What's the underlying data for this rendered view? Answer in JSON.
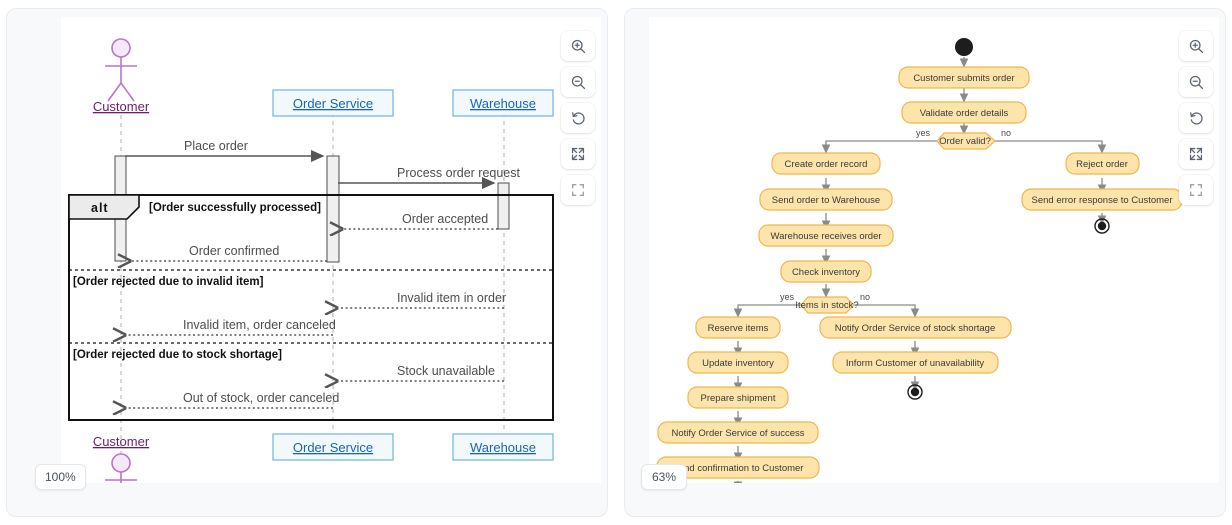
{
  "panels": [
    {
      "id": "sequence",
      "zoom_level": "100%",
      "toolbar": [
        {
          "name": "zoom-in-icon",
          "label": "Zoom in"
        },
        {
          "name": "zoom-out-icon",
          "label": "Zoom out"
        },
        {
          "name": "reset-icon",
          "label": "Reset view"
        },
        {
          "name": "fit-screen-icon",
          "label": "Fit to screen"
        },
        {
          "name": "fullscreen-icon",
          "label": "Fullscreen"
        }
      ],
      "diagram": {
        "type": "uml-sequence",
        "participants": [
          {
            "name": "Customer",
            "kind": "actor"
          },
          {
            "name": "Order Service",
            "kind": "object"
          },
          {
            "name": "Warehouse",
            "kind": "object"
          }
        ],
        "messages": [
          {
            "from": "Customer",
            "to": "Order Service",
            "text": "Place order",
            "style": "solid"
          },
          {
            "from": "Order Service",
            "to": "Warehouse",
            "text": "Process order request",
            "style": "solid"
          },
          {
            "from": "Warehouse",
            "to": "Order Service",
            "text": "Order accepted",
            "style": "dotted"
          },
          {
            "from": "Order Service",
            "to": "Customer",
            "text": "Order confirmed",
            "style": "dotted"
          },
          {
            "from": "Warehouse",
            "to": "Order Service",
            "text": "Invalid item in order",
            "style": "dotted"
          },
          {
            "from": "Order Service",
            "to": "Customer",
            "text": "Invalid item, order canceled",
            "style": "dotted"
          },
          {
            "from": "Warehouse",
            "to": "Order Service",
            "text": "Stock unavailable",
            "style": "dotted"
          },
          {
            "from": "Order Service",
            "to": "Customer",
            "text": "Out of stock, order canceled",
            "style": "dotted"
          }
        ],
        "fragment": {
          "operator": "alt",
          "guards": [
            "[Order successfully processed]",
            "[Order rejected due to invalid item]",
            "[Order rejected due to stock shortage]"
          ]
        }
      }
    },
    {
      "id": "activity",
      "zoom_level": "63%",
      "toolbar": [
        {
          "name": "zoom-in-icon",
          "label": "Zoom in"
        },
        {
          "name": "zoom-out-icon",
          "label": "Zoom out"
        },
        {
          "name": "reset-icon",
          "label": "Reset view"
        },
        {
          "name": "fit-screen-icon",
          "label": "Fit to screen"
        },
        {
          "name": "fullscreen-icon",
          "label": "Fullscreen"
        }
      ],
      "diagram": {
        "type": "uml-activity",
        "nodes": [
          {
            "id": "start",
            "kind": "initial"
          },
          {
            "id": "n1",
            "kind": "action",
            "text": "Customer submits order"
          },
          {
            "id": "n2",
            "kind": "action",
            "text": "Validate order details"
          },
          {
            "id": "d1",
            "kind": "decision",
            "text": "Order valid?"
          },
          {
            "id": "n3",
            "kind": "action",
            "text": "Create order record"
          },
          {
            "id": "n4",
            "kind": "action",
            "text": "Send order to Warehouse"
          },
          {
            "id": "n5",
            "kind": "action",
            "text": "Warehouse receives order"
          },
          {
            "id": "n6",
            "kind": "action",
            "text": "Check inventory"
          },
          {
            "id": "d2",
            "kind": "decision",
            "text": "Items in stock?"
          },
          {
            "id": "n7",
            "kind": "action",
            "text": "Reserve items"
          },
          {
            "id": "n8",
            "kind": "action",
            "text": "Update inventory"
          },
          {
            "id": "n9",
            "kind": "action",
            "text": "Prepare shipment"
          },
          {
            "id": "n10",
            "kind": "action",
            "text": "Notify Order Service of success"
          },
          {
            "id": "n11",
            "kind": "action",
            "text": "Send confirmation to Customer"
          },
          {
            "id": "n12",
            "kind": "action",
            "text": "Reject order"
          },
          {
            "id": "n13",
            "kind": "action",
            "text": "Send error response to Customer"
          },
          {
            "id": "n14",
            "kind": "action",
            "text": "Notify Order Service of stock shortage"
          },
          {
            "id": "n15",
            "kind": "action",
            "text": "Inform Customer of unavailability"
          },
          {
            "id": "e1",
            "kind": "final"
          },
          {
            "id": "e2",
            "kind": "final"
          },
          {
            "id": "e3",
            "kind": "final"
          }
        ],
        "guards": [
          "yes",
          "no",
          "yes",
          "no"
        ]
      }
    }
  ],
  "colors": {
    "panel_bg": "#f8f9fb",
    "canvas_bg": "#ffffff",
    "lifeline_box_border": "#7ab8e8",
    "lifeline_box_fill": "#f2f9fd",
    "lifeline_text": "#1664c0",
    "actor_stroke": "#bb74c9",
    "actor_text": "#6b1f6b",
    "activity_fill": "#fde4ab",
    "activity_stroke": "#f0b64c",
    "arrow": "#555555",
    "fragment_border": "#111111"
  }
}
